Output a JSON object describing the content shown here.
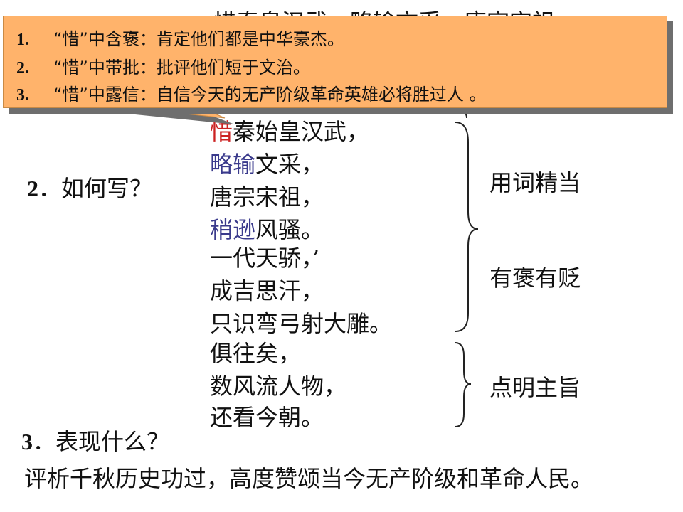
{
  "callout": {
    "lines": [
      {
        "num": "1.",
        "text": "“惜”中含褒：肯定他们都是中华豪杰。"
      },
      {
        "num": "2.",
        "text": "“惜”中带批：批评他们短于文治。"
      },
      {
        "num": "3.",
        "text": "“惜”中露信：自信今天的无产阶级革命英雄必将胜过人 。"
      }
    ],
    "fill_color": "#ffb36b"
  },
  "top_partial_text": "惜秦皇汉武，略输文采，唐宗宋祖，",
  "section2": {
    "num": "2",
    "label": "．如何写？"
  },
  "poem": [
    {
      "pre_red": "惜",
      "rest": "秦始皇汉武，"
    },
    {
      "blue": "略输",
      "rest": "文采，"
    },
    {
      "rest": "唐宗宋祖，"
    },
    {
      "blue": "稍逊",
      "rest": "风骚。"
    },
    {
      "rest": "一代天骄，’"
    },
    {
      "rest": "成吉思汗，"
    },
    {
      "rest": "只识弯弓射大雕。"
    },
    {
      "rest": "俱往矣，"
    },
    {
      "rest": "数风流人物，"
    },
    {
      "rest": "还看今朝。"
    }
  ],
  "brace_labels": [
    "用词精当",
    "有褒有贬",
    "点明主旨"
  ],
  "section3": {
    "num": "3",
    "label": "．表现什么？"
  },
  "conclusion": "评析千秋历史功过，高度赞颂当今无产阶级和革命人民。",
  "colors": {
    "highlight_blue": "#3a3a8c",
    "highlight_red": "#cc2222"
  }
}
